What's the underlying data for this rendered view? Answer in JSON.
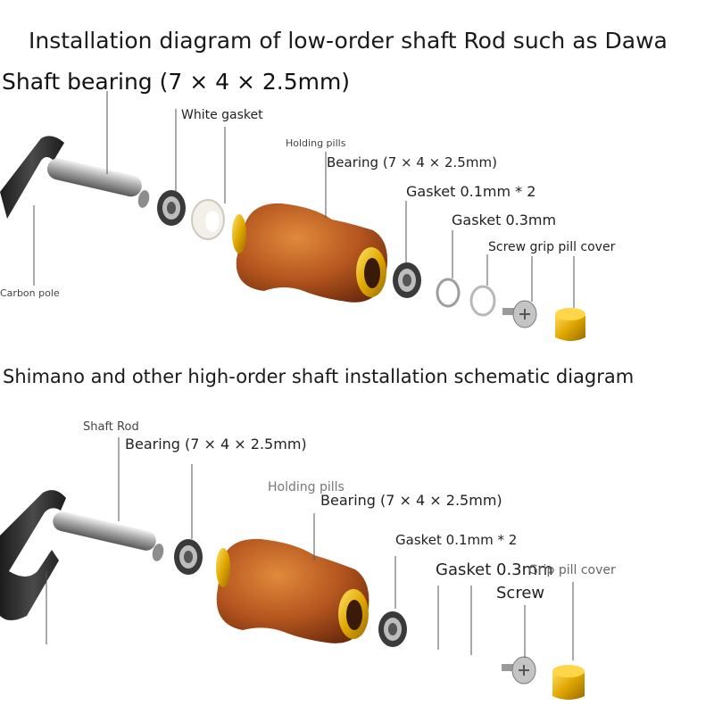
{
  "top": {
    "title": "Installation diagram of low-order shaft Rod such as Dawa",
    "labels": {
      "shaft_bearing": "Shaft bearing (7 × 4 × 2.5mm)",
      "white_gasket": "White gasket",
      "holding_pills": "Holding pills",
      "bearing": "Bearing (7 × 4 × 2.5mm)",
      "gasket_01": "Gasket 0.1mm * 2",
      "gasket_03": "Gasket 0.3mm",
      "screw_grip_pill_cover": "Screw grip pill cover",
      "carbon_pole": "Carbon pole"
    }
  },
  "bottom": {
    "title": "Shimano and other high-order shaft installation schematic diagram",
    "labels": {
      "shaft_rod": "Shaft Rod",
      "bearing_1": "Bearing (7 × 4 × 2.5mm)",
      "holding_pills": "Holding pills",
      "bearing_2": "Bearing (7 × 4 × 2.5mm)",
      "gasket_01": "Gasket 0.1mm * 2",
      "gasket_03": "Gasket 0.3mm",
      "grip_pill_cover": "Grip pill cover",
      "screw": "Screw"
    }
  },
  "colors": {
    "wood": "#b5561f",
    "gold": "#e0a800",
    "carbon": "#2b2b2b",
    "steel": "#c8c8c8",
    "leader": "#555555"
  }
}
